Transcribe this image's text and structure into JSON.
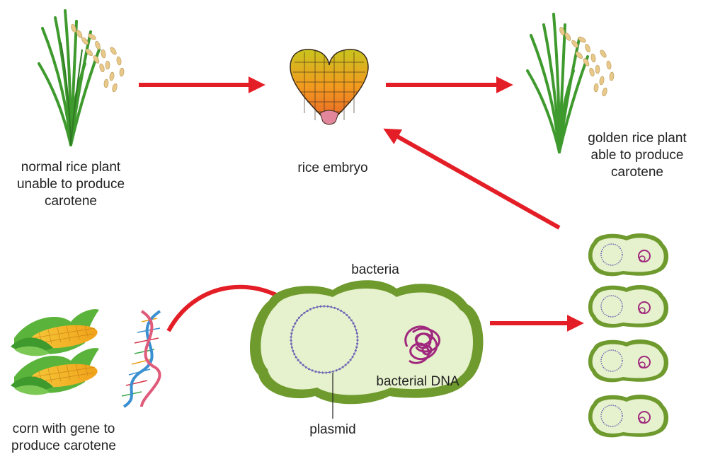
{
  "labels": {
    "normal_rice": [
      "normal rice plant",
      "unable to produce",
      "carotene"
    ],
    "rice_embryo": "rice embryo",
    "golden_rice": [
      "golden rice plant",
      "able to produce",
      "carotene"
    ],
    "bacteria": "bacteria",
    "bacterial_dna": "bacterial DNA",
    "plasmid": "plasmid",
    "corn": [
      "corn with gene to",
      "produce carotene"
    ]
  },
  "colors": {
    "arrow": "#e41e26",
    "cell_outline": "#6f9a2e",
    "cell_fill": "#e6f2cd",
    "plasmid": "#6a64b4",
    "bacterial_dna": "#a0287e",
    "leaf": "#3f9a2e",
    "grain": "#e8c98a",
    "corn_kernel": "#f5b225",
    "corn_husk": "#5ab33a"
  }
}
